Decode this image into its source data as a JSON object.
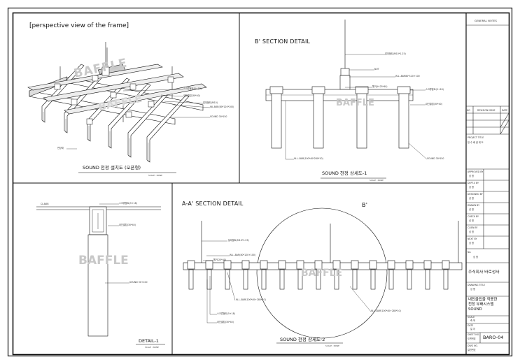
{
  "watermark": "BAFFLE",
  "panels": {
    "perspective": {
      "heading": "[perspective view of the frame]",
      "caption": "SOUND 천정 설치도 (오픈형)",
      "scale": "SCALE : NONE",
      "callouts": [
        "스크류볼트(5+18)",
        "내진클립(30*40)",
        "달대볼트(M10)",
        "WL-BAR(80*120*100)",
        "SOUND 30*150",
        "천장재"
      ]
    },
    "section_b": {
      "heading": "B' SECTION DETAIL",
      "caption": "SOUND 천정 상세도-1",
      "scale": "SCALE : NONE",
      "callouts": [
        "달대볼트(M10*1.25)",
        "NUT",
        "W.L.-BAR80*120+100",
        "행거(H:25*40)",
        "스크류볼트(5+18)",
        "W.L.-BAR(100*40*280*10)",
        "내진클립(30*40)",
        "SOUND 30*150"
      ]
    },
    "detail1": {
      "label_left": "CL-BAR",
      "callouts": [
        "스크류볼트(5+18)",
        "내진클립(30*40)",
        "SOUND 30+100"
      ],
      "caption": "DETAIL-1",
      "scale": "SCALE : NONE"
    },
    "section_a": {
      "heading": "A-A' SECTION DETAIL",
      "circle_label": "B'",
      "caption": "SOUND 천정 상세도-2",
      "scale": "SCALE : NONE",
      "callouts": [
        "달대볼트(M10*1.25)",
        "W.L.-BAR(80*120+100)",
        "행거(25*40)",
        "W.L.-BAR(100*40+280*10)",
        "스크류볼트(5+18)",
        "내진클립(30*40)",
        "W.L.-BAR(100*40+280*10)"
      ]
    }
  },
  "title_block": {
    "general_notes": "GENERAL NOTES",
    "rev_headers": [
      "NO",
      "REVISION ISSUE",
      "DATE"
    ],
    "project_title": "PROJECT TITLE",
    "project_value": "현 수 배 설 계 도",
    "roles": [
      {
        "label": "APPROVED BY",
        "name": "성 명"
      },
      {
        "label": "DEPT.S BY",
        "name": "성 명"
      },
      {
        "label": "DESIGNED BY",
        "name": "성 명"
      },
      {
        "label": "DRAWN BY",
        "name": "성 명"
      },
      {
        "label": "CHECK BY",
        "name": "성 명"
      },
      {
        "label": "CLIEN BY",
        "name": "성 명"
      },
      {
        "label": "NEXT BY",
        "name": "성 명"
      },
      {
        "label": "NA",
        "name": "성 명"
      }
    ],
    "company": "주식회사 바로성사",
    "drawing_title_label": "DRAWING TITLE",
    "drawing_title_value": "성 명",
    "drawing_name": [
      "내진클립을 적용한",
      "천정 부배시스템",
      "SOUND"
    ],
    "scale_label": "SCALE",
    "scale_value": "축 척",
    "date_label": "DATE",
    "date_value": "일 자",
    "sheet_label": "SHEET NO.",
    "sheet_sub": "도면번호",
    "sheet_value": "BARO-04",
    "dwg_label": "DWG NO.",
    "dwg_sub": "일련번호"
  }
}
